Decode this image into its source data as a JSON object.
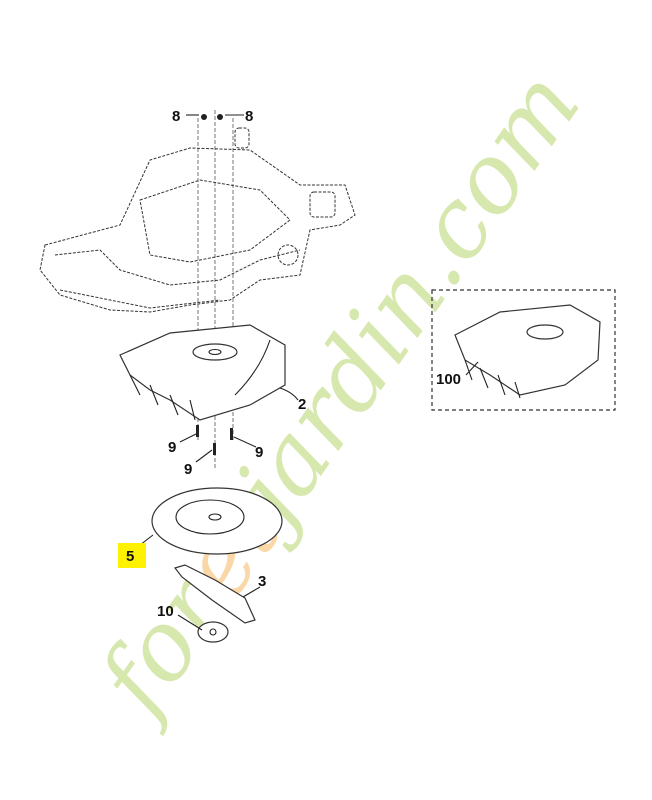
{
  "diagram": {
    "labels": {
      "chassis_nut_left": "8",
      "chassis_nut_right": "8",
      "blade_guard": "2",
      "screw_left": "9",
      "screw_right": "9",
      "screw_center": "9",
      "disc": "5",
      "blade": "3",
      "blade_hub": "10",
      "alt_guard": "100"
    },
    "highlight_color": "#fff200"
  },
  "watermark": {
    "text_part1": "for",
    "text_part2": "et",
    "text_part3": "jardin.com",
    "color_green": "#c5dd8a",
    "color_orange": "#f5c27a"
  }
}
